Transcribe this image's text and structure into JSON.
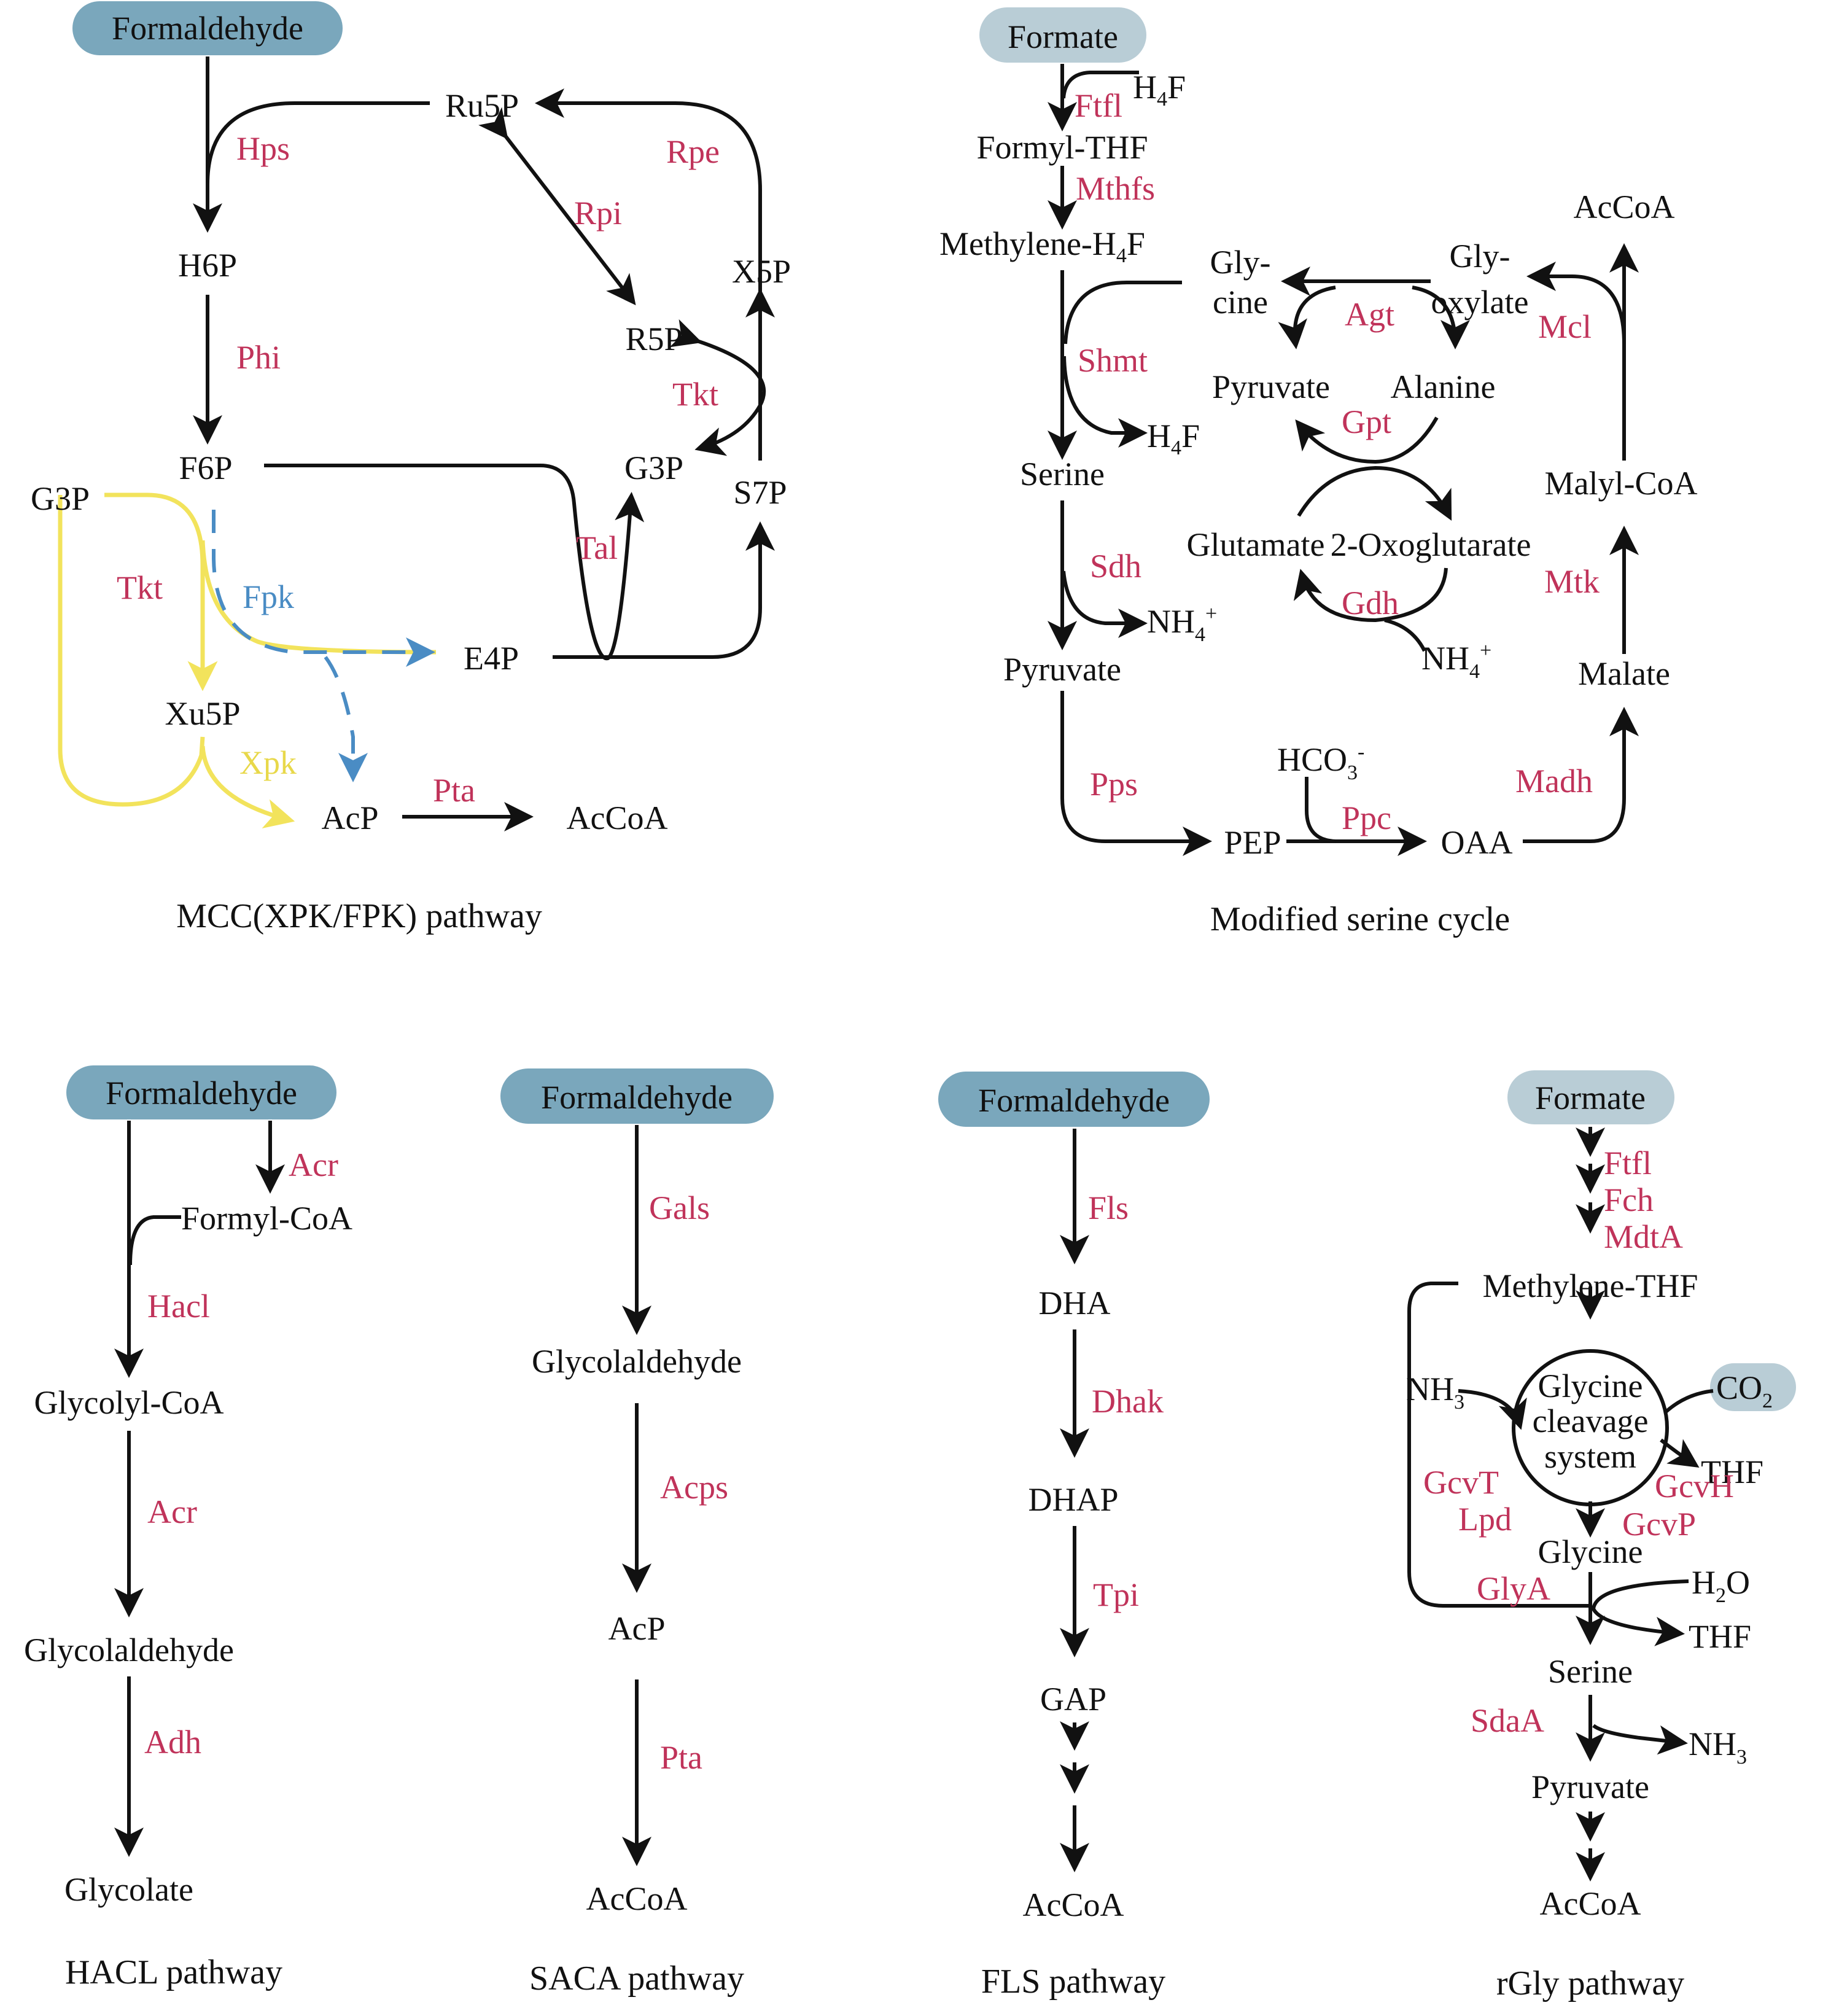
{
  "colors": {
    "pill_source": "#7aa7bc",
    "pill_formate": "#b9cdd6",
    "enzyme": "#c0335a",
    "metabolite": "#111111",
    "xpk_route": "#f2e35c",
    "fpk_route": "#4a8cc4"
  },
  "mcc": {
    "source": "Formaldehyde",
    "caption": "MCC(XPK/FPK) pathway",
    "met": {
      "ru5p": "Ru5P",
      "h6p": "H6P",
      "f6p": "F6P",
      "g3p_left": "G3P",
      "x5p": "X5P",
      "r5p": "R5P",
      "g3p_mid": "G3P",
      "s7p": "S7P",
      "e4p": "E4P",
      "xu5p": "Xu5P",
      "acp": "AcP",
      "accoa": "AcCoA"
    },
    "enz": {
      "hps": "Hps",
      "rpe": "Rpe",
      "rpi": "Rpi",
      "phi": "Phi",
      "tkt_right": "Tkt",
      "tkt_left": "Tkt",
      "fpk": "Fpk",
      "tal": "Tal",
      "xpk": "Xpk",
      "pta": "Pta"
    }
  },
  "serine": {
    "source": "Formate",
    "caption": "Modified serine cycle",
    "met": {
      "h4f_top": "H",
      "h4f_top_sub": "4",
      "h4f_top_end": "F",
      "formyl_thf": "Formyl-THF",
      "methylene": "Methylene-H",
      "methylene_sub": "4",
      "methylene_end": "F",
      "gly1": "Gly-",
      "gly2": "cine",
      "glyox1": "Gly-",
      "glyox2": "oxylate",
      "accoa": "AcCoA",
      "pyruvate_mid": "Pyruvate",
      "alanine": "Alanine",
      "h4f_mid": "H",
      "h4f_mid_sub": "4",
      "h4f_mid_end": "F",
      "serine": "Serine",
      "malyl": "Malyl-CoA",
      "glutamate": "Glutamate",
      "oxoglutarate": "2-Oxoglutarate",
      "nh4_left": "NH",
      "nh4_left_sub": "4",
      "nh4_left_sup": "+",
      "nh4_right": "NH",
      "nh4_right_sub": "4",
      "nh4_right_sup": "+",
      "pyruvate": "Pyruvate",
      "malate": "Malate",
      "hco3": "HCO",
      "hco3_sub": "3",
      "hco3_sup": "-",
      "pep": "PEP",
      "oaa": "OAA"
    },
    "enz": {
      "ftfl": "Ftfl",
      "mthfs": "Mthfs",
      "agt": "Agt",
      "mcl": "Mcl",
      "shmt": "Shmt",
      "gpt": "Gpt",
      "sdh": "Sdh",
      "gdh": "Gdh",
      "mtk": "Mtk",
      "pps": "Pps",
      "ppc": "Ppc",
      "madh": "Madh"
    }
  },
  "hacl": {
    "source": "Formaldehyde",
    "caption": "HACL pathway",
    "met": {
      "formyl_coa": "Formyl-CoA",
      "glycolyl_coa": "Glycolyl-CoA",
      "glycolaldehyde": "Glycolaldehyde",
      "glycolate": "Glycolate"
    },
    "enz": {
      "acr_top": "Acr",
      "hacl": "Hacl",
      "acr": "Acr",
      "adh": "Adh"
    }
  },
  "saca": {
    "source": "Formaldehyde",
    "caption": "SACA pathway",
    "met": {
      "glycolaldehyde": "Glycolaldehyde",
      "acp": "AcP",
      "accoa": "AcCoA"
    },
    "enz": {
      "gals": "Gals",
      "acps": "Acps",
      "pta": "Pta"
    }
  },
  "fls": {
    "source": "Formaldehyde",
    "caption": "FLS pathway",
    "met": {
      "dha": "DHA",
      "dhap": "DHAP",
      "gap": "GAP",
      "accoa": "AcCoA"
    },
    "enz": {
      "fls": "Fls",
      "dhak": "Dhak",
      "tpi": "Tpi"
    }
  },
  "rgly": {
    "source": "Formate",
    "caption": "rGly pathway",
    "met": {
      "methylene_thf": "Methylene-THF",
      "nh3_in": "NH",
      "nh3_in_sub": "3",
      "gcs1": "Glycine",
      "gcs2": "cleavage",
      "gcs3": "system",
      "co2": "CO",
      "co2_sub": "2",
      "thf_out": "THF",
      "glycine": "Glycine",
      "h2o": "H",
      "h2o_sub": "2",
      "h2o_end": "O",
      "thf2": "THF",
      "serine": "Serine",
      "nh3_out": "NH",
      "nh3_out_sub": "3",
      "pyruvate": "Pyruvate",
      "accoa": "AcCoA"
    },
    "enz": {
      "ftfl": "Ftfl",
      "fch": "Fch",
      "mdta": "MdtA",
      "gcvt": "GcvT",
      "lpd": "Lpd",
      "gcvh": "GcvH",
      "gcvp": "GcvP",
      "glya": "GlyA",
      "sdaa": "SdaA"
    }
  }
}
